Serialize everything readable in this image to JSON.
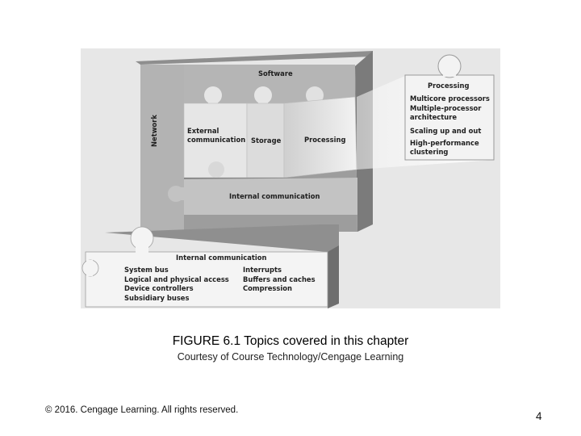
{
  "figure": {
    "labels": {
      "software": "Software",
      "network": "Network",
      "external_communication": [
        "External",
        "communication"
      ],
      "storage": "Storage",
      "processing": "Processing",
      "internal_communication_top": "Internal communication",
      "internal_communication_bottom": "Internal communication"
    },
    "processing_panel": {
      "heading": "Processing",
      "items": [
        "Multicore processors",
        "Multiple-processor",
        "architecture",
        "Scaling up and out",
        "High-performance",
        "clustering"
      ]
    },
    "internal_panel": {
      "left_items": [
        "System bus",
        "Logical and physical access",
        "Device controllers",
        "Subsidiary buses"
      ],
      "right_items": [
        "Interrupts",
        "Buffers and caches",
        "Compression"
      ]
    }
  },
  "caption": "FIGURE 6.1 Topics covered in this chapter",
  "credit": "Courtesy of Course Technology/Cengage Learning",
  "copyright": "© 2016. Cengage Learning. All rights reserved.",
  "page_number": "4"
}
